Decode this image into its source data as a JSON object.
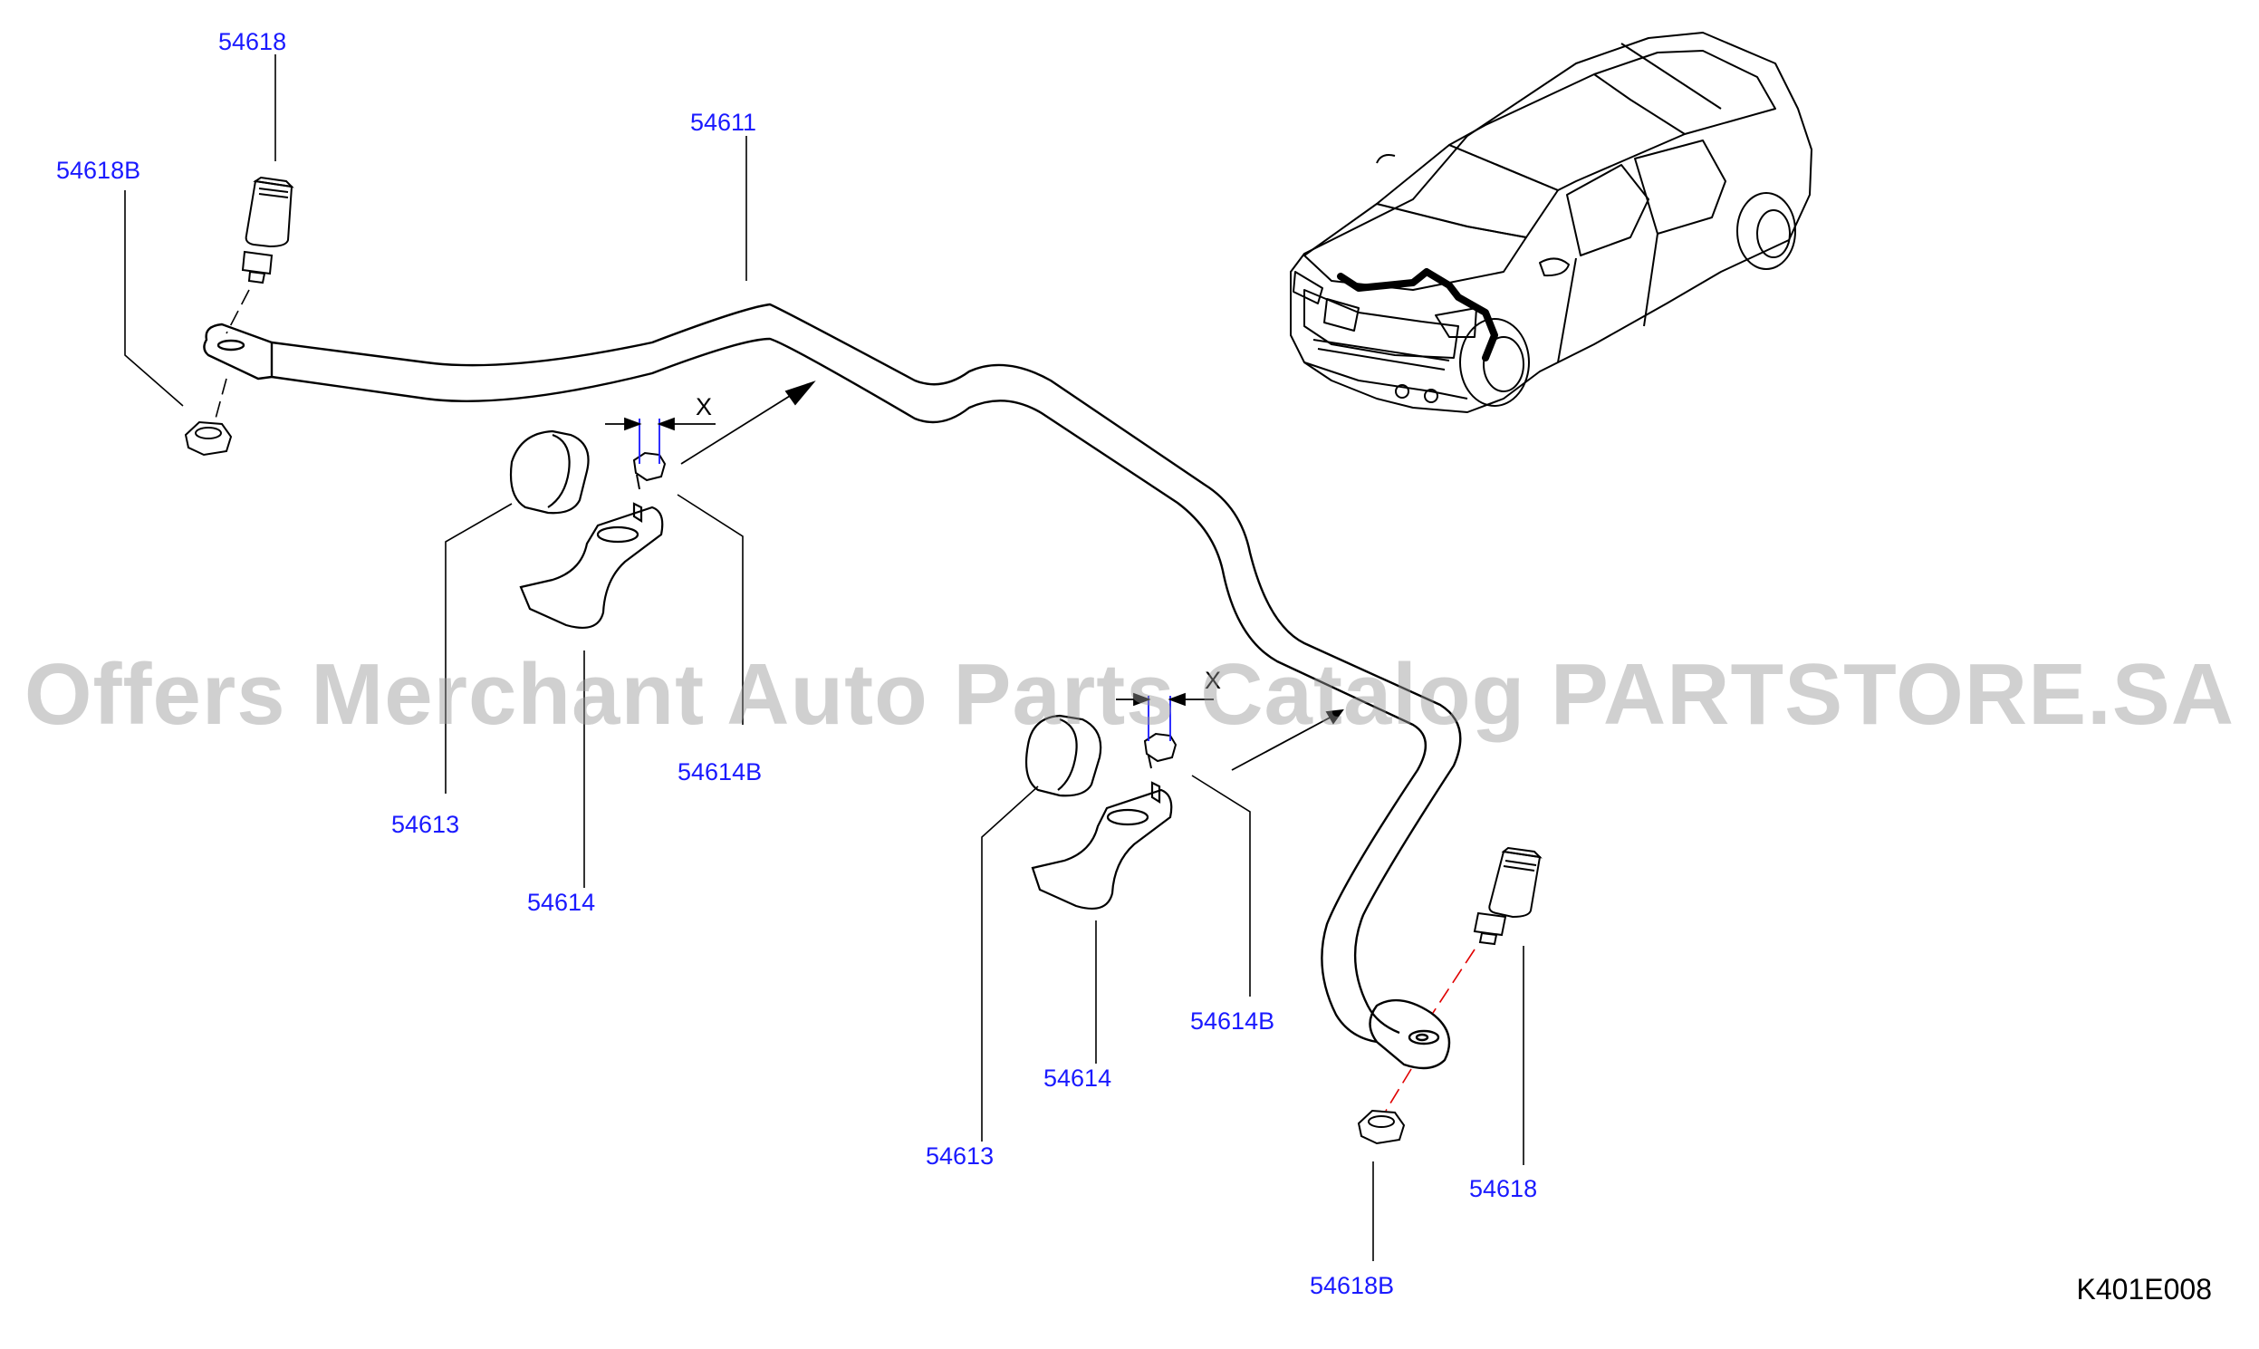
{
  "callouts": {
    "c1": "54618",
    "c2": "54618B",
    "c3": "54611",
    "c4": "54613",
    "c5": "54614",
    "c6": "54614B",
    "c7": "54614B",
    "c8": "54613",
    "c9": "54614",
    "c10": "54618",
    "c11": "54618B"
  },
  "dimension_marker": "X",
  "drawing_code": "K401E008",
  "watermark": "Offers Merchant Auto Parts Catalog PARTSTORE.SA",
  "colors": {
    "callout": "#1a1aff",
    "line": "#000000",
    "watermark": "#969696",
    "axis": "#e00000"
  }
}
